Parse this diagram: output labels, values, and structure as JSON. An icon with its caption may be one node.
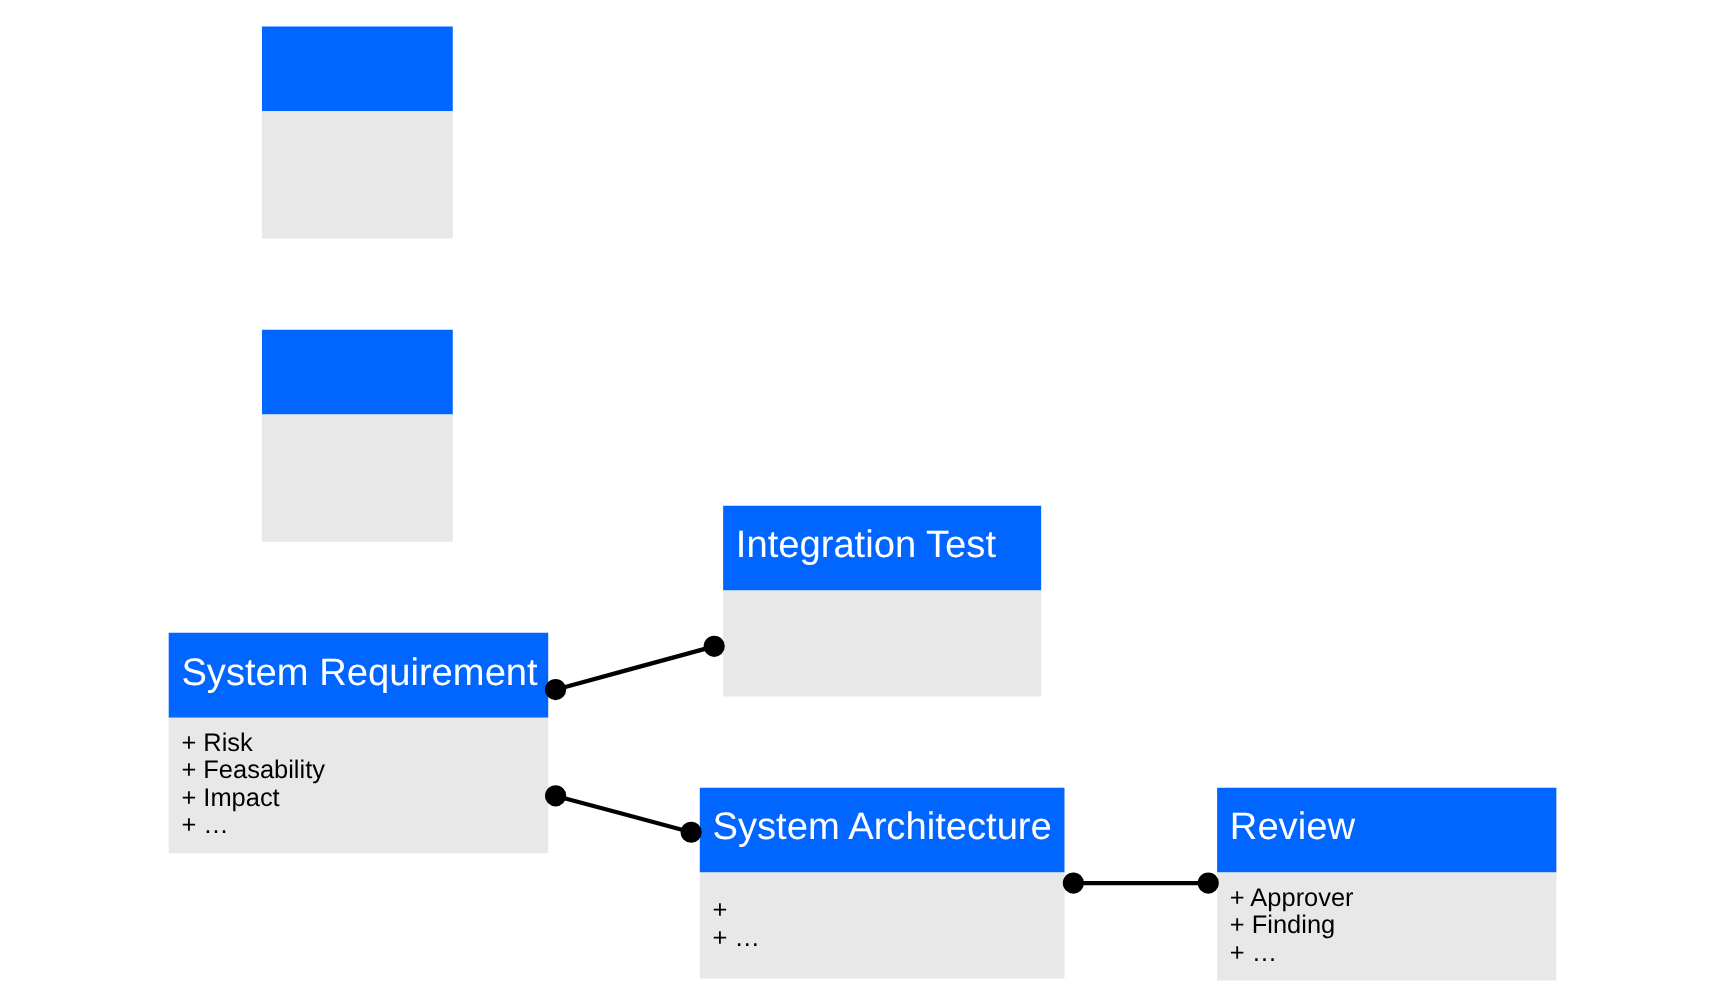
{
  "diagram": {
    "nodes": [
      {
        "text": [
          "System Requirement",
          "+ Risk",
          "+ Feasability",
          "+ Impact",
          "+ …"
        ]
      },
      {
        "text": [
          "Integration Test"
        ]
      },
      {
        "text": [],
        "shape": "box"
      },
      {
        "text": [],
        "shape": "box"
      },
      {
        "text": [
          "System Architecture",
          "+",
          "+ …"
        ]
      },
      {
        "text": [
          "Review",
          "+ Approver",
          "+ Finding",
          "+ …"
        ]
      }
    ],
    "edges": [
      {
        "from": 0,
        "to": 1,
        "arrow": "other"
      },
      {
        "from": 0,
        "to": 4,
        "arrow": "other"
      },
      {
        "from": 4,
        "to": 5,
        "arrow": "other"
      }
    ]
  }
}
